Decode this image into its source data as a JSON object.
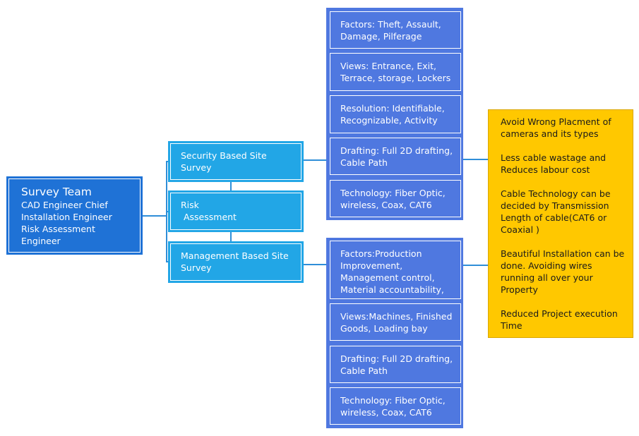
{
  "survey_team": {
    "title": "Survey Team",
    "lines": [
      "CAD Engineer Chief",
      "Installation Engineer",
      "Risk Assessment",
      "Engineer"
    ]
  },
  "categories": [
    {
      "lines": [
        "Security Based Site",
        "Survey"
      ]
    },
    {
      "lines": [
        "Risk",
        " Assessment"
      ]
    },
    {
      "lines": [
        "Management Based Site",
        "Survey"
      ]
    }
  ],
  "security_items": [
    {
      "lines": [
        "Factors: Theft, Assault,",
        "Damage, Pilferage"
      ]
    },
    {
      "lines": [
        "Views: Entrance, Exit,",
        "Terrace, storage, Lockers"
      ]
    },
    {
      "lines": [
        "Resolution: Identifiable,",
        "Recognizable, Activity"
      ]
    },
    {
      "lines": [
        "Drafting: Full 2D drafting,",
        "Cable Path"
      ]
    },
    {
      "lines": [
        "Technology: Fiber Optic,",
        "wireless, Coax, CAT6"
      ]
    }
  ],
  "management_items": [
    {
      "lines": [
        "Factors:Production",
        "Improvement,",
        "Management control,",
        "Material accountability,"
      ]
    },
    {
      "lines": [
        "Views:Machines, Finished",
        "Goods, Loading bay"
      ]
    },
    {
      "lines": [
        "Drafting: Full 2D drafting,",
        "Cable Path"
      ]
    },
    {
      "lines": [
        "Technology: Fiber Optic,",
        "wireless, Coax, CAT6"
      ]
    }
  ],
  "benefits": [
    {
      "lines": [
        "Avoid Wrong Placment of",
        "cameras and its types"
      ]
    },
    {
      "lines": [
        "Less cable wastage and",
        "Reduces labour cost"
      ]
    },
    {
      "lines": [
        "Cable Technology can be",
        "decided by Transmission",
        "Length of cable(CAT6 or",
        "Coaxial )"
      ]
    },
    {
      "lines": [
        "Beautiful Installation can be",
        "done. Avoiding wires",
        "running all over your",
        "Property"
      ]
    },
    {
      "lines": [
        "Reduced Project execution",
        "Time"
      ]
    }
  ]
}
